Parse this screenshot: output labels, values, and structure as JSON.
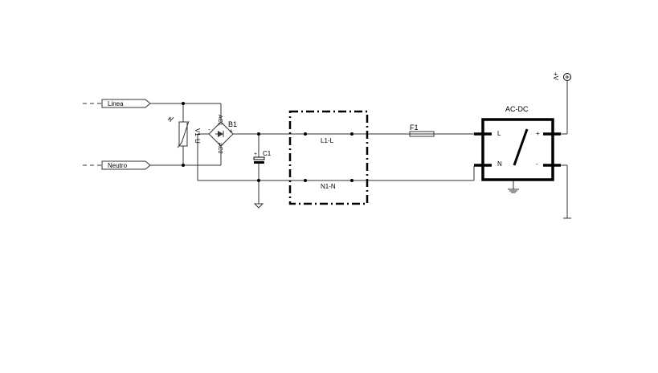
{
  "labels": {
    "linea": "Linea",
    "neutro": "Neutro",
    "v1": "V1",
    "u": "U",
    "b1": "B1",
    "ac1": "AC1",
    "ac2": "AC2",
    "minus": "-",
    "plus": "+",
    "c1": "C1",
    "c1_plus": "+",
    "l1l": "L1-L",
    "n1n": "N1-N",
    "f1": "F1",
    "acdc": "AC-DC",
    "pin_l": "L",
    "pin_n": "N",
    "pin_plus": "+",
    "pin_minus": "-",
    "vcc": "+V"
  }
}
